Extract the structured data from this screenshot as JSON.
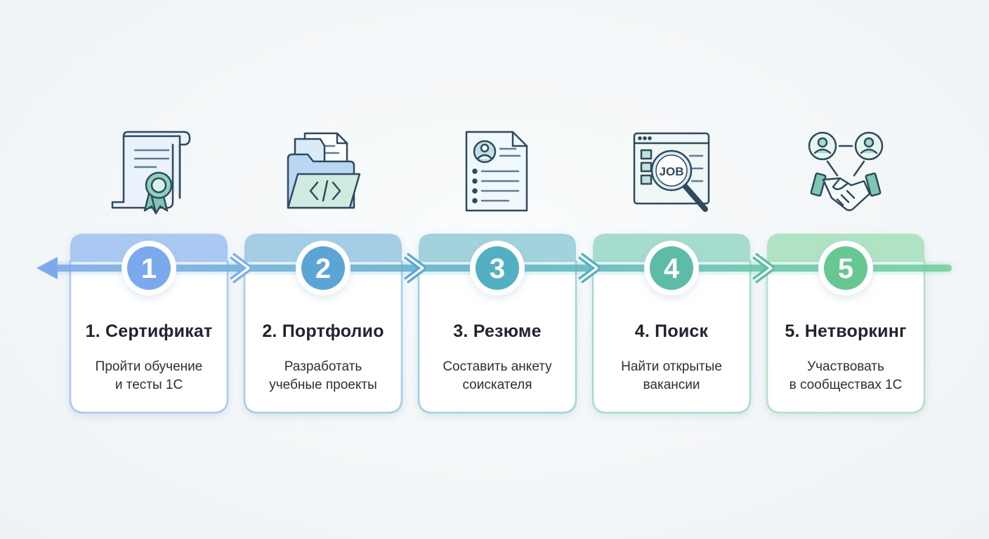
{
  "steps": [
    {
      "number": "1",
      "title": "1. Сертификат",
      "desc_line1": "Пройти обучение",
      "desc_line2": "и тесты 1С",
      "icon": "certificate-icon",
      "color": "#7aa9ec"
    },
    {
      "number": "2",
      "title": "2. Портфолио",
      "desc_line1": "Разработать",
      "desc_line2": "учебные проекты",
      "icon": "portfolio-folder-code-icon",
      "color": "#5ba4d6"
    },
    {
      "number": "3",
      "title": "3. Резюме",
      "desc_line1": "Составить анкету",
      "desc_line2": "соискателя",
      "icon": "resume-document-icon",
      "color": "#52b0c2"
    },
    {
      "number": "4",
      "title": "4. Поиск",
      "desc_line1": "Найти открытые",
      "desc_line2": "вакансии",
      "icon": "job-search-magnifier-icon",
      "color": "#5cbca8"
    },
    {
      "number": "5",
      "title": "5. Нетворкинг",
      "desc_line1": "Участвовать",
      "desc_line2": "в сообществах 1С",
      "icon": "networking-handshake-icon",
      "color": "#66c790"
    }
  ],
  "icon_texts": {
    "job_label": "JOB"
  }
}
